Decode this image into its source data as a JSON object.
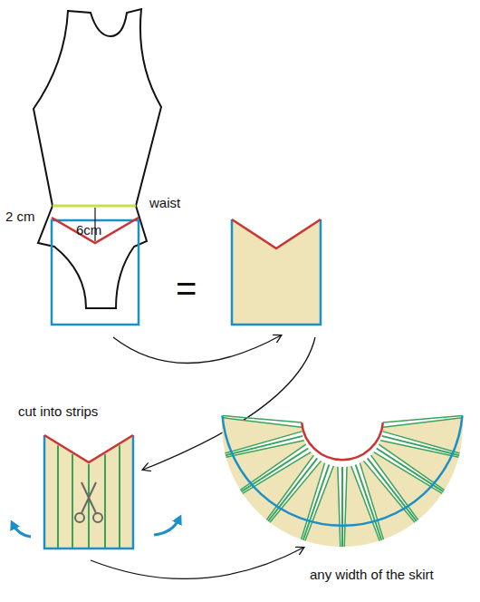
{
  "diagram": {
    "labels": [
      "2 cm",
      "6cm",
      "waist",
      "=",
      "cut into strips",
      "any width of the skirt"
    ]
  }
}
